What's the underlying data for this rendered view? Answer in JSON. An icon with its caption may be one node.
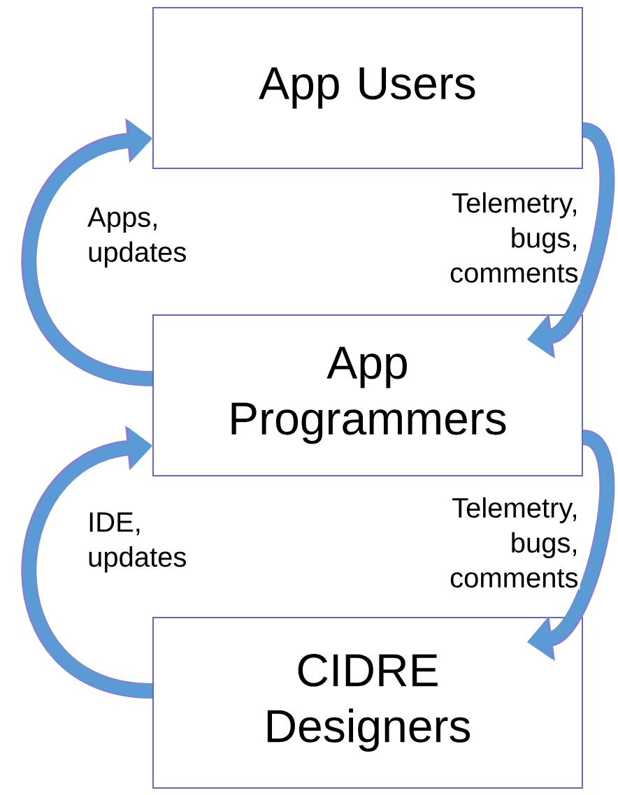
{
  "diagram": {
    "nodes": [
      {
        "text": [
          "App Users"
        ]
      },
      {
        "text": [
          "App Programmers"
        ]
      },
      {
        "text": [
          "CIDRE Designers"
        ]
      }
    ],
    "edges": [
      {
        "from": 1,
        "to": 0,
        "arrow": "to",
        "label": "Apps, updates"
      },
      {
        "from": 0,
        "to": 1,
        "arrow": "to",
        "label": "Telemetry, bugs, comments"
      },
      {
        "from": 2,
        "to": 1,
        "arrow": "to",
        "label": "IDE, updates"
      },
      {
        "from": 1,
        "to": 2,
        "arrow": "to",
        "label": "Telemetry, bugs, comments"
      }
    ]
  }
}
